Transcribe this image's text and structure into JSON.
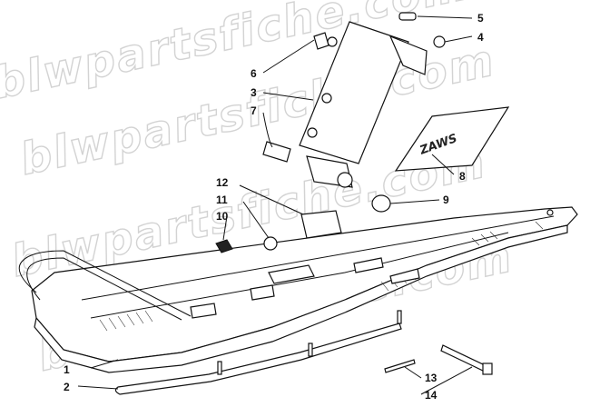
{
  "watermark": "blwpartsfiche.com",
  "decal_text": "ZAWS",
  "callouts": [
    {
      "id": "c1",
      "label": "1"
    },
    {
      "id": "c2",
      "label": "2"
    },
    {
      "id": "c3",
      "label": "3"
    },
    {
      "id": "c4",
      "label": "4"
    },
    {
      "id": "c5",
      "label": "5"
    },
    {
      "id": "c6",
      "label": "6"
    },
    {
      "id": "c7",
      "label": "7"
    },
    {
      "id": "c8",
      "label": "8"
    },
    {
      "id": "c9",
      "label": "9"
    },
    {
      "id": "c10",
      "label": "10"
    },
    {
      "id": "c11",
      "label": "11"
    },
    {
      "id": "c12",
      "label": "12"
    },
    {
      "id": "c13",
      "label": "13"
    },
    {
      "id": "c14",
      "label": "14"
    }
  ]
}
